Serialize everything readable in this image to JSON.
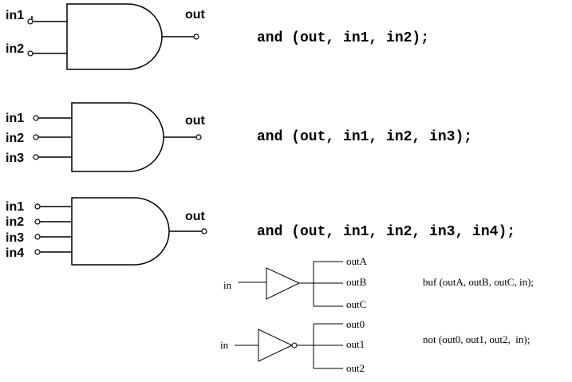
{
  "diagram1": {
    "inputs": [
      "in1",
      "in2"
    ],
    "output": "out",
    "code": "and (out, in1, in2);"
  },
  "diagram2": {
    "inputs": [
      "in1",
      "in2",
      "in3"
    ],
    "output": "out",
    "code": "and (out, in1, in2, in3);"
  },
  "diagram3": {
    "inputs": [
      "in1",
      "in2",
      "in3",
      "in4"
    ],
    "output": "out",
    "code": "and (out, in1, in2, in3, in4);"
  },
  "buf_diagram": {
    "input": "in",
    "outputs": [
      "outA",
      "outB",
      "outC"
    ],
    "code": "buf (outA, outB, outC, in);"
  },
  "not_diagram": {
    "input": "in",
    "outputs": [
      "out0",
      "out1",
      "out2"
    ],
    "code": "not (out0, out1, out2,  in);"
  }
}
